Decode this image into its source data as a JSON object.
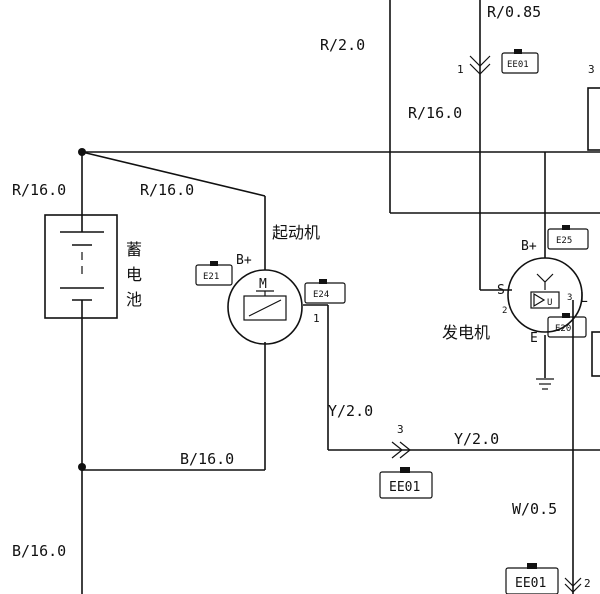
{
  "wires": {
    "r_085": "R/0.85",
    "r_20": "R/2.0",
    "r_160_top": "R/16.0",
    "r_160_left": "R/16.0",
    "r_160_diag": "R/16.0",
    "y_20_vert": "Y/2.0",
    "y_20_horiz": "Y/2.0",
    "b_160_mid": "B/16.0",
    "b_160_bottom": "B/16.0",
    "w_05": "W/0.5"
  },
  "components": {
    "battery_label": [
      "蓄",
      "电",
      "池"
    ],
    "starter_label": "起动机",
    "starter_motor_letter": "M",
    "starter_b_plus": "B+",
    "generator_label": "发电机",
    "generator_b_plus": "B+",
    "generator_s": "S",
    "generator_l": "L",
    "generator_e": "E",
    "generator_u": "U"
  },
  "connectors": {
    "ee01_top": "EE01",
    "e21": "E21",
    "e24": "E24",
    "e25": "E25",
    "e20": "E20",
    "ee01_mid": "EE01",
    "ee01_bottom": "EE01"
  },
  "pins": {
    "p1_top": "1",
    "p1_starter": "1",
    "p3_y": "3",
    "p3_right": "3",
    "p2_s": "2",
    "p3_l": "3",
    "p2_bottom": "2"
  }
}
